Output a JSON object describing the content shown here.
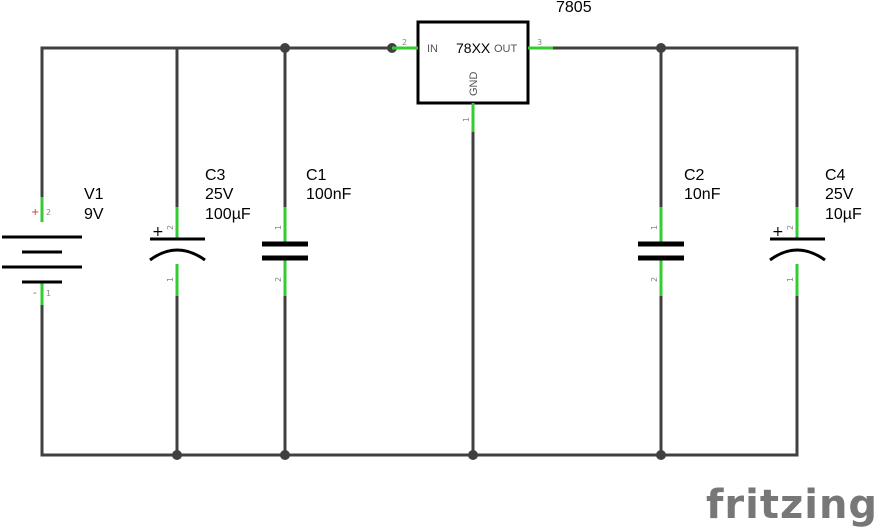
{
  "regulator": {
    "part": "7805",
    "name": "78XX",
    "pin_in": "IN",
    "pin_out": "OUT",
    "pin_gnd": "GND",
    "pin_in_num": "2",
    "pin_out_num": "3",
    "pin_gnd_num": "1"
  },
  "battery": {
    "ref": "V1",
    "value": "9V",
    "pin_plus": "2",
    "pin_minus": "1",
    "plus_mark": "+",
    "minus_mark": "-"
  },
  "c3": {
    "ref": "C3",
    "voltage": "25V",
    "value": "100µF",
    "pin_top": "2",
    "pin_bottom": "1",
    "polarity": "+"
  },
  "c1": {
    "ref": "C1",
    "value": "100nF",
    "pin_top": "1",
    "pin_bottom": "2"
  },
  "c2": {
    "ref": "C2",
    "value": "10nF",
    "pin_top": "1",
    "pin_bottom": "2"
  },
  "c4": {
    "ref": "C4",
    "voltage": "25V",
    "value": "10µF",
    "pin_top": "2",
    "pin_bottom": "1",
    "polarity": "+"
  },
  "branding": {
    "logo_text": "fritzing"
  },
  "colors": {
    "wire": "#404040",
    "pin": "#33cc33",
    "body": "#000000",
    "logo": "#777777"
  }
}
